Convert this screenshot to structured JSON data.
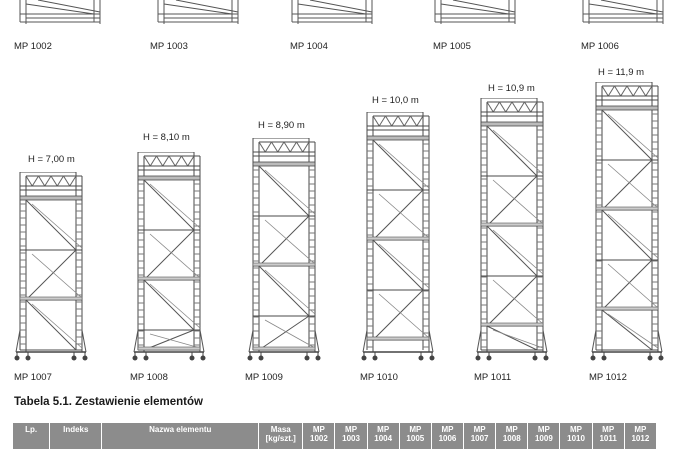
{
  "top_row": [
    "MP 1002",
    "MP 1003",
    "MP 1004",
    "MP 1005",
    "MP 1006"
  ],
  "towers": [
    {
      "model": "MP 1007",
      "height": "H = 7,00 m"
    },
    {
      "model": "MP 1008",
      "height": "H = 8,10 m"
    },
    {
      "model": "MP 1009",
      "height": "H = 8,90 m"
    },
    {
      "model": "MP 1010",
      "height": "H = 10,0 m"
    },
    {
      "model": "MP 1011",
      "height": "H = 10,9 m"
    },
    {
      "model": "MP 1012",
      "height": "H = 11,9 m"
    }
  ],
  "caption": "Tabela 5.1. Zestawienie elementów",
  "table": {
    "headers": [
      "Lp.",
      "Indeks",
      "Nazwa elementu",
      "Masa [kg/szt.]",
      "MP 1002",
      "MP 1003",
      "MP 1004",
      "MP 1005",
      "MP 1006",
      "MP 1007",
      "MP 1008",
      "MP 1009",
      "MP 1010",
      "MP 1011",
      "MP 1012"
    ]
  }
}
